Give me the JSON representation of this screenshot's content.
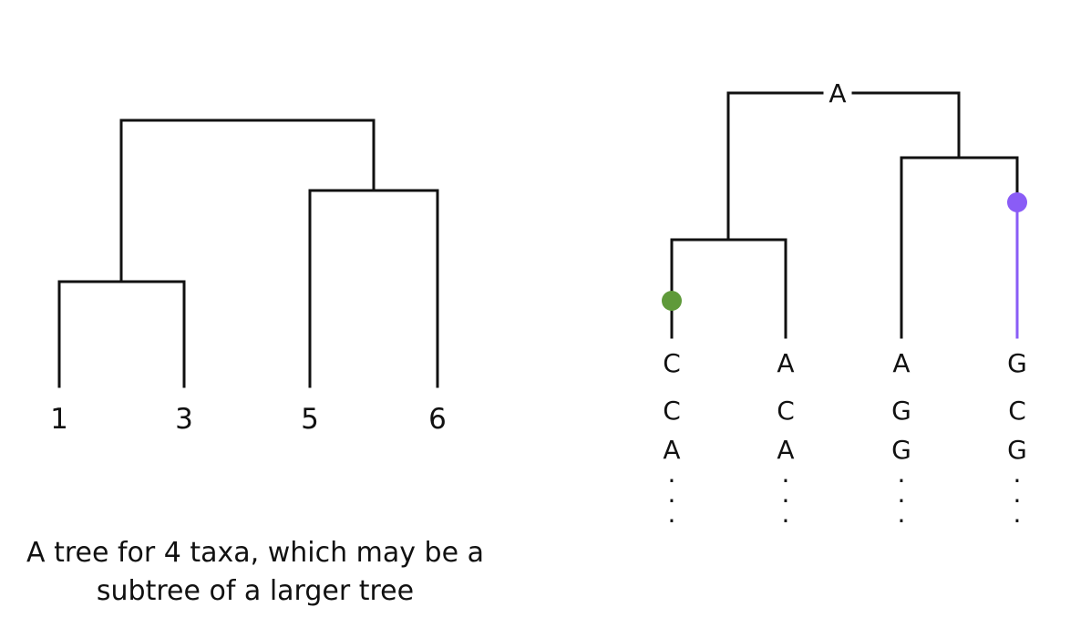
{
  "left_tree": {
    "leaves": [
      "1",
      "3",
      "5",
      "6"
    ]
  },
  "right_tree": {
    "root_state": "A",
    "columns": [
      {
        "chars": [
          {
            "text": "C",
            "color": "#5f9a3a"
          },
          {
            "text": "C",
            "color": "#111111"
          },
          {
            "text": "A",
            "color": "#e8302a"
          }
        ],
        "ellipsis": [
          "·",
          "·",
          "·"
        ]
      },
      {
        "chars": [
          {
            "text": "A",
            "color": "#111111"
          },
          {
            "text": "C",
            "color": "#111111"
          },
          {
            "text": "A",
            "color": "#e8302a"
          }
        ],
        "ellipsis": [
          "·",
          "·",
          "·"
        ]
      },
      {
        "chars": [
          {
            "text": "A",
            "color": "#111111"
          },
          {
            "text": "G",
            "color": "#8a5cf6"
          },
          {
            "text": "G",
            "color": "#111111"
          }
        ],
        "ellipsis": [
          "·",
          "·",
          "·"
        ]
      },
      {
        "chars": [
          {
            "text": "G",
            "color": "#8a5cf6"
          },
          {
            "text": "C",
            "color": "#111111"
          },
          {
            "text": "G",
            "color": "#111111"
          }
        ],
        "ellipsis": [
          "·",
          "·",
          "·"
        ]
      }
    ],
    "mutations": [
      {
        "branch": "taxon-1",
        "color": "#5f9a3a"
      },
      {
        "branch": "taxon-4",
        "color": "#8a5cf6"
      }
    ]
  },
  "caption": {
    "line1": "A tree for 4 taxa, which may be a",
    "line2": "subtree of a larger tree"
  },
  "colors": {
    "green": "#5f9a3a",
    "red": "#e8302a",
    "violet": "#8a5cf6",
    "ink": "#111111"
  }
}
